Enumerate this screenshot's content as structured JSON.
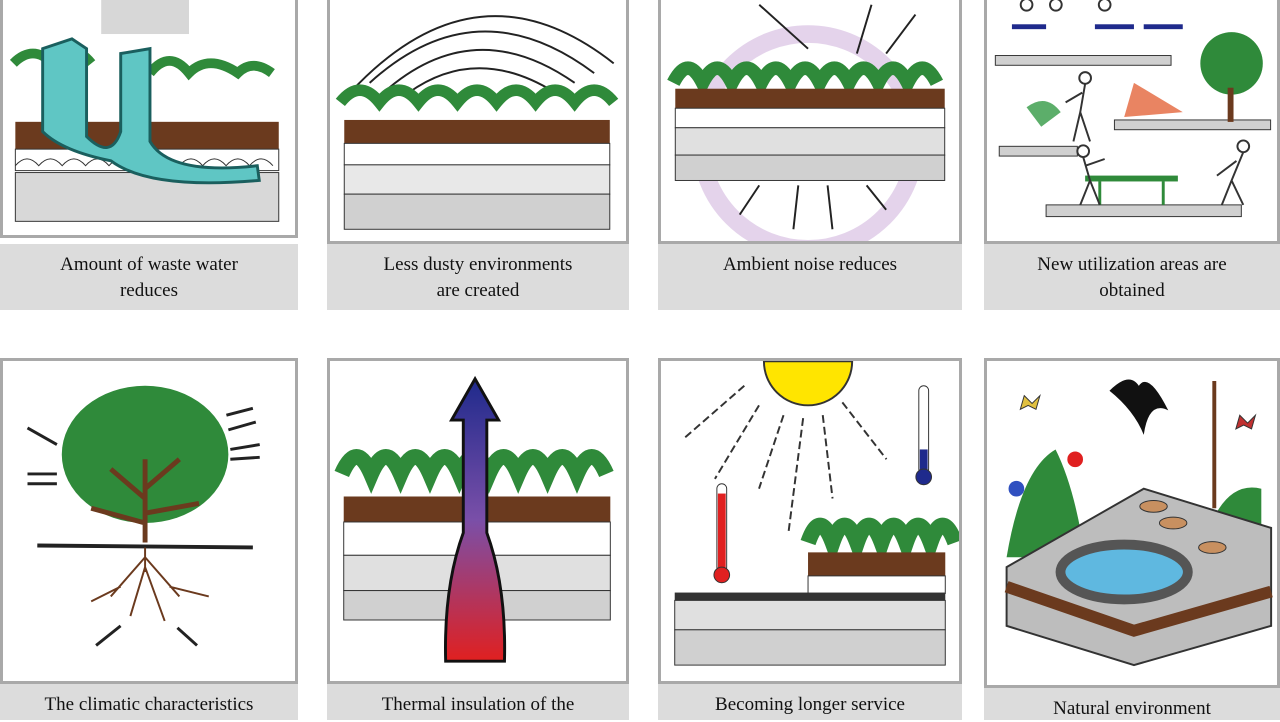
{
  "panels": [
    {
      "caption": "Amount of waste water\nreduces",
      "icon": "waste-water-pipe-roof-icon"
    },
    {
      "caption": "Less dusty environments\nare created",
      "icon": "dust-arcs-roof-icon"
    },
    {
      "caption": "Ambient noise reduces",
      "icon": "noise-arrows-roof-icon"
    },
    {
      "caption": "New utilization  areas are\nobtained",
      "icon": "people-terraces-icon"
    },
    {
      "caption": "The climatic  characteristics",
      "icon": "tree-roots-wind-icon"
    },
    {
      "caption": "Thermal insulation of the",
      "icon": "heat-arrow-roof-icon"
    },
    {
      "caption": "Becoming longer service",
      "icon": "sun-thermometers-roof-icon"
    },
    {
      "caption": "Natural environment",
      "icon": "pond-birds-roof-icon"
    }
  ],
  "colors": {
    "vegetation": "#2f8a3a",
    "soil": "#6b3a1e",
    "water": "#5fc6c4",
    "sun": "#ffe500",
    "hot": "#e02020",
    "cold": "#1f2a8c",
    "caption_bg": "#dcdcdc"
  }
}
